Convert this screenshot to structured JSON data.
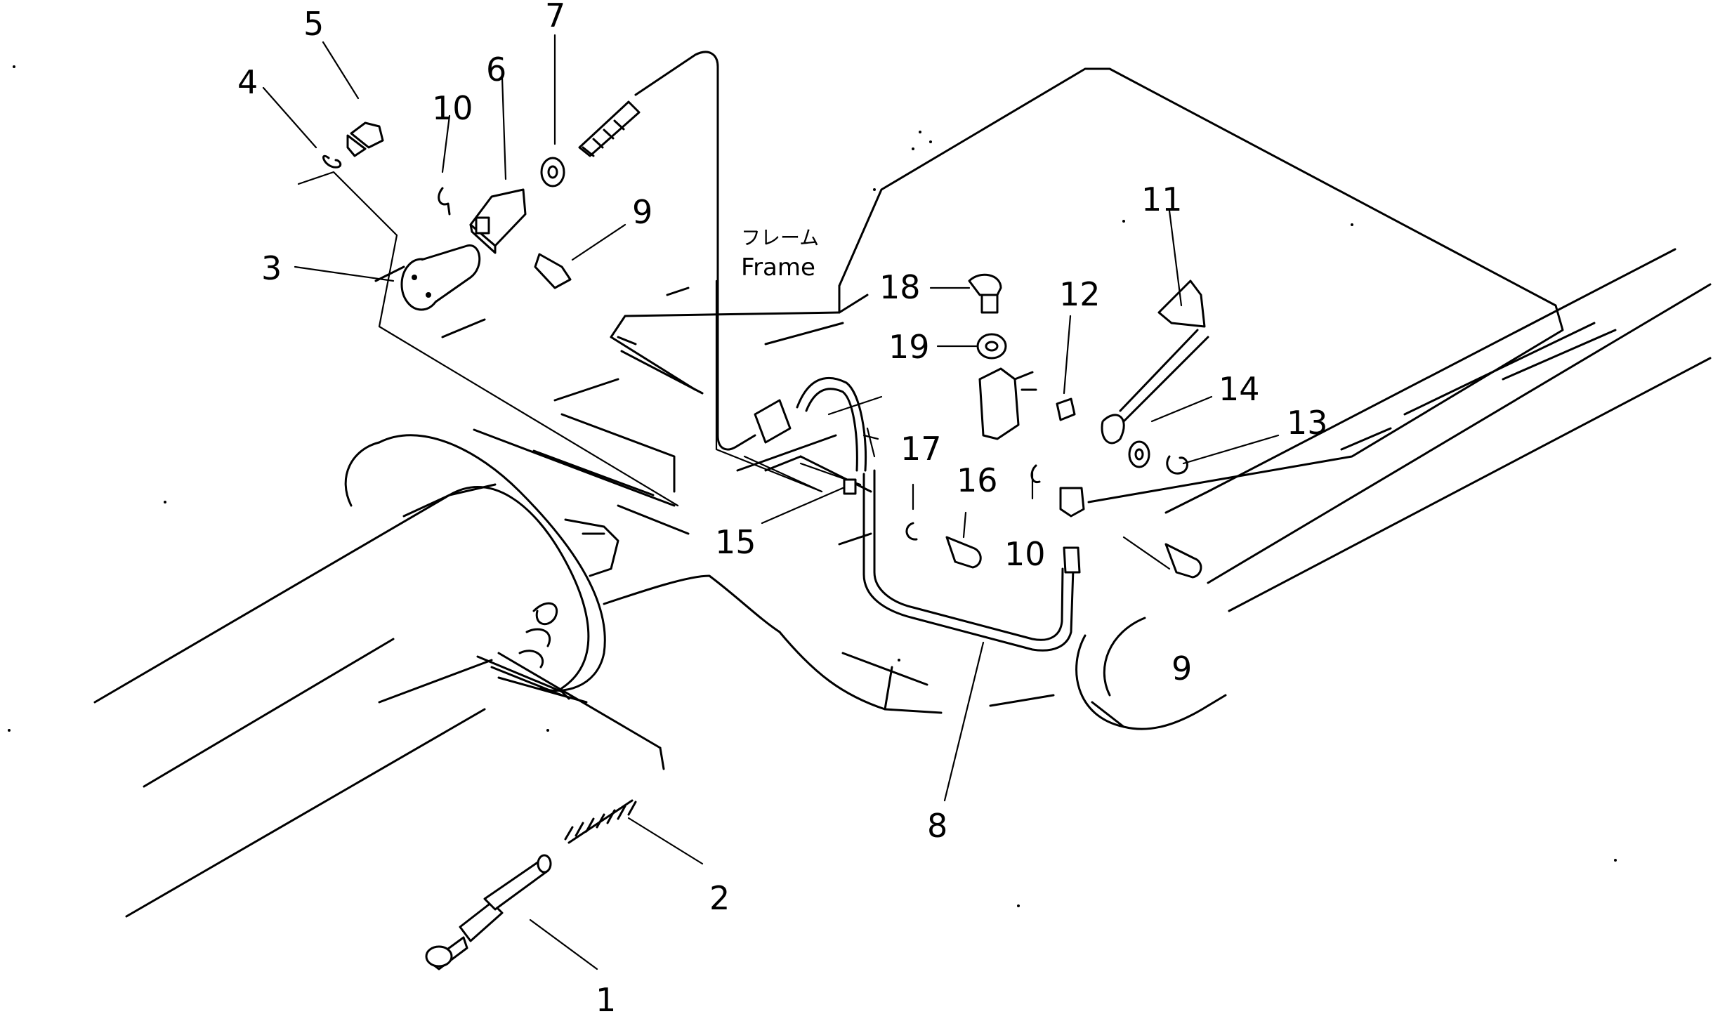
{
  "frame_label": {
    "japanese": "フレーム",
    "english": "Frame"
  },
  "callouts": {
    "c1": "1",
    "c2": "2",
    "c3": "3",
    "c4": "4",
    "c5": "5",
    "c6": "6",
    "c7": "7",
    "c8": "8",
    "c9a": "9",
    "c9b": "9",
    "c10a": "10",
    "c10b": "10",
    "c11": "11",
    "c12": "12",
    "c13": "13",
    "c14": "14",
    "c15": "15",
    "c16": "16",
    "c17": "17",
    "c18": "18",
    "c19": "19"
  }
}
